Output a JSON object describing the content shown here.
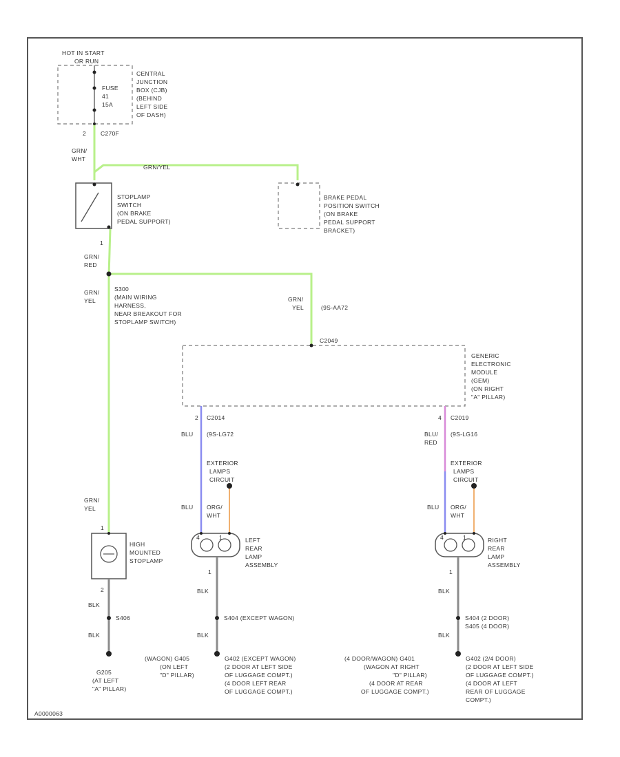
{
  "colors": {
    "green": "#b8f08a",
    "green_dark": "#7fd957",
    "blue": "#8a8cf0",
    "violet": "#d88ad8",
    "orange": "#f0b070",
    "gray": "#8c8c8c",
    "frame": "#555555"
  },
  "labels": {
    "hot_in_start": "HOT IN START",
    "or_run": "OR RUN",
    "fuse": "FUSE",
    "fuse_num": "41",
    "fuse_amps": "15A",
    "cjb": [
      "CENTRAL",
      "JUNCTION",
      "BOX (CJB)",
      "(BEHIND",
      "LEFT SIDE",
      "OF DASH)"
    ],
    "pin_c270f": "2",
    "c270f": "C270F",
    "grn_wht": [
      "GRN/",
      "WHT"
    ],
    "grn_yel_top": "GRN/YEL",
    "stoplamp_switch": [
      "STOPLAMP",
      "SWITCH",
      "(ON BRAKE",
      "PEDAL SUPPORT)"
    ],
    "brake_pedal_switch": [
      "BRAKE PEDAL",
      "POSITION SWITCH",
      "(ON BRAKE",
      "PEDAL SUPPORT",
      "BRACKET)"
    ],
    "pin_sw_out": "1",
    "grn_red": [
      "GRN/",
      "RED"
    ],
    "grn_yel_left": [
      "GRN/",
      "YEL"
    ],
    "s300": [
      "S300",
      "(MAIN WIRING",
      "HARNESS,",
      "NEAR BREAKOUT FOR",
      "STOPLAMP SWITCH)"
    ],
    "grn_yel_mid": [
      "GRN/",
      "YEL"
    ],
    "gem_circuit": "(9S-AA72",
    "gem_connector": "C2049",
    "gem": [
      "GENERIC",
      "ELECTRONIC",
      "MODULE",
      "(GEM)",
      "(ON RIGHT",
      "\"A\" PILLAR)"
    ],
    "left_pin": "2",
    "left_conn": "C2014",
    "left_wire_color": "BLU",
    "left_circuit": "(9S-LG72",
    "right_pin": "4",
    "right_conn": "C2019",
    "right_wire_color": [
      "BLU/",
      "RED"
    ],
    "right_circuit": "(9S-LG16",
    "ext_fuse_left": [
      "EXTERIOR",
      "LAMPS",
      "CIRCUIT"
    ],
    "ext_fuse_right": [
      "EXTERIOR",
      "LAMPS",
      "CIRCUIT"
    ],
    "blu_l": "BLU",
    "org_wht_l": [
      "ORG/",
      "WHT"
    ],
    "blu_r": "BLU",
    "org_wht_r": [
      "ORG/",
      "WHT"
    ],
    "grn_yel_low": [
      "GRN/",
      "YEL"
    ],
    "high_mount": [
      "HIGH",
      "MOUNTED",
      "STOPLAMP"
    ],
    "hm_pin_top": "1",
    "hm_pin_bot": "2",
    "left_rear": [
      "LEFT",
      "REAR",
      "LAMP",
      "ASSEMBLY"
    ],
    "right_rear": [
      "RIGHT",
      "REAR",
      "LAMP",
      "ASSEMBLY"
    ],
    "lamp_pins_left": [
      "4",
      "1"
    ],
    "lamp_pins_right": [
      "4",
      "1"
    ],
    "left_ground_pin": "1",
    "right_ground_pin": "1",
    "blk": "BLK",
    "s406": "S406",
    "s404_left": "S404 (EXCEPT WAGON)",
    "s404_right": [
      "S404 (2 DOOR)",
      "S405 (4 DOOR)"
    ],
    "g205": [
      "G205",
      "(AT LEFT",
      "\"A\" PILLAR)"
    ],
    "wagon_left": [
      "(WAGON) G405",
      "(ON LEFT",
      "\"D\" PILLAR)"
    ],
    "g402_left": [
      "G402 (EXCEPT WAGON)",
      "(2 DOOR AT LEFT SIDE",
      "OF LUGGAGE COMPT.)",
      "(4 DOOR LEFT REAR",
      "OF LUGGAGE COMPT.)"
    ],
    "wagon_right": [
      "(4 DOOR/WAGON) G401",
      "(WAGON AT RIGHT",
      "\"D\" PILLAR)",
      "(4 DOOR AT REAR",
      "OF LUGGAGE COMPT.)"
    ],
    "g402_right": [
      "G402 (2/4 DOOR)",
      "(2 DOOR AT LEFT SIDE",
      "OF LUGGAGE COMPT.)",
      "(4 DOOR AT LEFT",
      "REAR OF LUGGAGE",
      "COMPT.)"
    ],
    "footer_code": "A0000063"
  }
}
